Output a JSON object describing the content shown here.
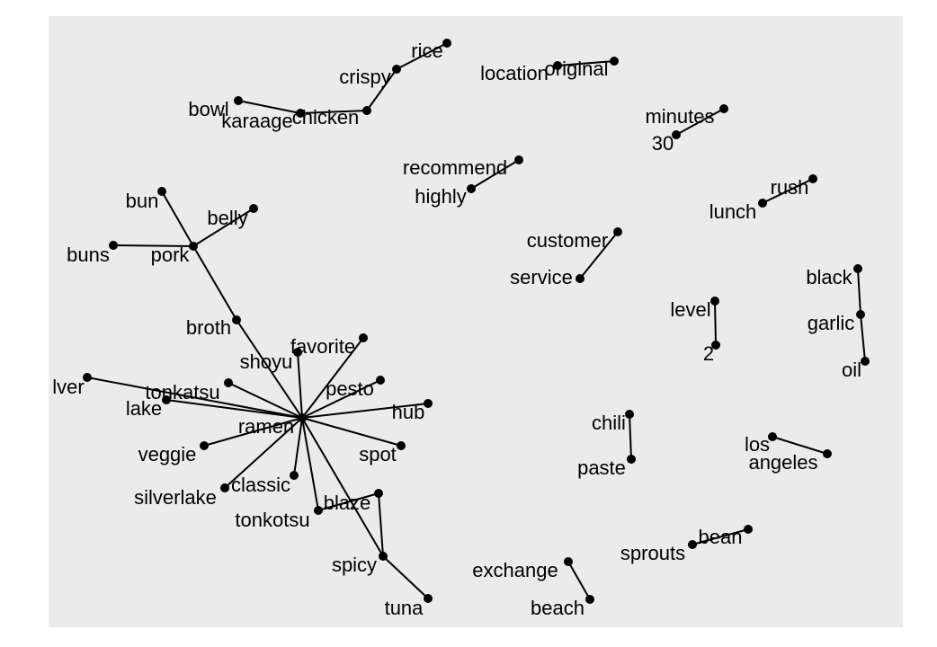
{
  "graph": {
    "nodes": [
      {
        "id": "rice",
        "label": "rice"
      },
      {
        "id": "crispy",
        "label": "crispy"
      },
      {
        "id": "chicken",
        "label": "chicken"
      },
      {
        "id": "karaage",
        "label": "karaage"
      },
      {
        "id": "bowl",
        "label": "bowl"
      },
      {
        "id": "location",
        "label": "location"
      },
      {
        "id": "original",
        "label": "original"
      },
      {
        "id": "minutes",
        "label": "minutes"
      },
      {
        "id": "n30",
        "label": "30"
      },
      {
        "id": "recommend",
        "label": "recommend"
      },
      {
        "id": "highly",
        "label": "highly"
      },
      {
        "id": "rush",
        "label": "rush"
      },
      {
        "id": "lunch",
        "label": "lunch"
      },
      {
        "id": "customer",
        "label": "customer"
      },
      {
        "id": "service",
        "label": "service"
      },
      {
        "id": "black",
        "label": "black"
      },
      {
        "id": "garlic",
        "label": "garlic"
      },
      {
        "id": "oil",
        "label": "oil"
      },
      {
        "id": "level",
        "label": "level"
      },
      {
        "id": "n2",
        "label": "2"
      },
      {
        "id": "chili",
        "label": "chili"
      },
      {
        "id": "paste",
        "label": "paste"
      },
      {
        "id": "los",
        "label": "los"
      },
      {
        "id": "angeles",
        "label": "angeles"
      },
      {
        "id": "bean",
        "label": "bean"
      },
      {
        "id": "sprouts",
        "label": "sprouts"
      },
      {
        "id": "exchange",
        "label": "exchange"
      },
      {
        "id": "beach",
        "label": "beach"
      },
      {
        "id": "bun",
        "label": "bun"
      },
      {
        "id": "belly",
        "label": "belly"
      },
      {
        "id": "buns",
        "label": "buns"
      },
      {
        "id": "pork",
        "label": "pork"
      },
      {
        "id": "broth",
        "label": "broth"
      },
      {
        "id": "favorite",
        "label": "favorite"
      },
      {
        "id": "shoyu",
        "label": "shoyu"
      },
      {
        "id": "silver",
        "label": "lver"
      },
      {
        "id": "tonkatsu",
        "label": "tonkatsu"
      },
      {
        "id": "lake",
        "label": "lake"
      },
      {
        "id": "pesto",
        "label": "pesto"
      },
      {
        "id": "hub",
        "label": "hub"
      },
      {
        "id": "ramen",
        "label": "ramen"
      },
      {
        "id": "veggie",
        "label": "veggie"
      },
      {
        "id": "spot",
        "label": "spot"
      },
      {
        "id": "classic",
        "label": "classic"
      },
      {
        "id": "silverlake",
        "label": "silverlake"
      },
      {
        "id": "blaze",
        "label": "blaze"
      },
      {
        "id": "tonkotsu",
        "label": "tonkotsu"
      },
      {
        "id": "spicy",
        "label": "spicy"
      },
      {
        "id": "tuna",
        "label": "tuna"
      }
    ],
    "edges": [
      [
        "rice",
        "crispy"
      ],
      [
        "crispy",
        "chicken"
      ],
      [
        "chicken",
        "karaage"
      ],
      [
        "karaage",
        "bowl"
      ],
      [
        "location",
        "original"
      ],
      [
        "minutes",
        "n30"
      ],
      [
        "recommend",
        "highly"
      ],
      [
        "rush",
        "lunch"
      ],
      [
        "customer",
        "service"
      ],
      [
        "black",
        "garlic"
      ],
      [
        "garlic",
        "oil"
      ],
      [
        "level",
        "n2"
      ],
      [
        "chili",
        "paste"
      ],
      [
        "los",
        "angeles"
      ],
      [
        "bean",
        "sprouts"
      ],
      [
        "exchange",
        "beach"
      ],
      [
        "bun",
        "pork"
      ],
      [
        "belly",
        "pork"
      ],
      [
        "buns",
        "pork"
      ],
      [
        "pork",
        "broth"
      ],
      [
        "broth",
        "ramen"
      ],
      [
        "favorite",
        "ramen"
      ],
      [
        "shoyu",
        "ramen"
      ],
      [
        "silver",
        "ramen"
      ],
      [
        "tonkatsu",
        "ramen"
      ],
      [
        "lake",
        "ramen"
      ],
      [
        "pesto",
        "ramen"
      ],
      [
        "hub",
        "ramen"
      ],
      [
        "veggie",
        "ramen"
      ],
      [
        "spot",
        "ramen"
      ],
      [
        "classic",
        "ramen"
      ],
      [
        "silverlake",
        "ramen"
      ],
      [
        "tonkotsu",
        "ramen"
      ],
      [
        "blaze",
        "tonkotsu"
      ],
      [
        "ramen",
        "spicy"
      ],
      [
        "blaze",
        "spicy"
      ],
      [
        "spicy",
        "tuna"
      ]
    ]
  }
}
